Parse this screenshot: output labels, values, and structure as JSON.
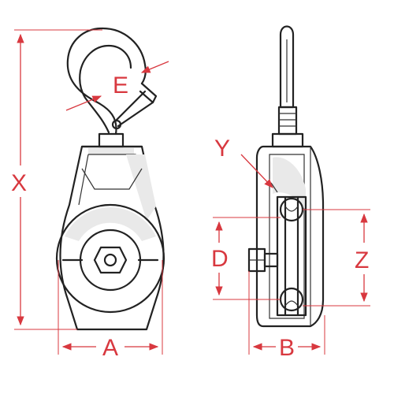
{
  "labels": {
    "x": "X",
    "e": "E",
    "y": "Y",
    "d": "D",
    "z": "Z",
    "a": "A",
    "b": "B"
  },
  "colors": {
    "dimension": "#d8383f",
    "outline": "#222222",
    "shading": "#e9e9e9"
  }
}
